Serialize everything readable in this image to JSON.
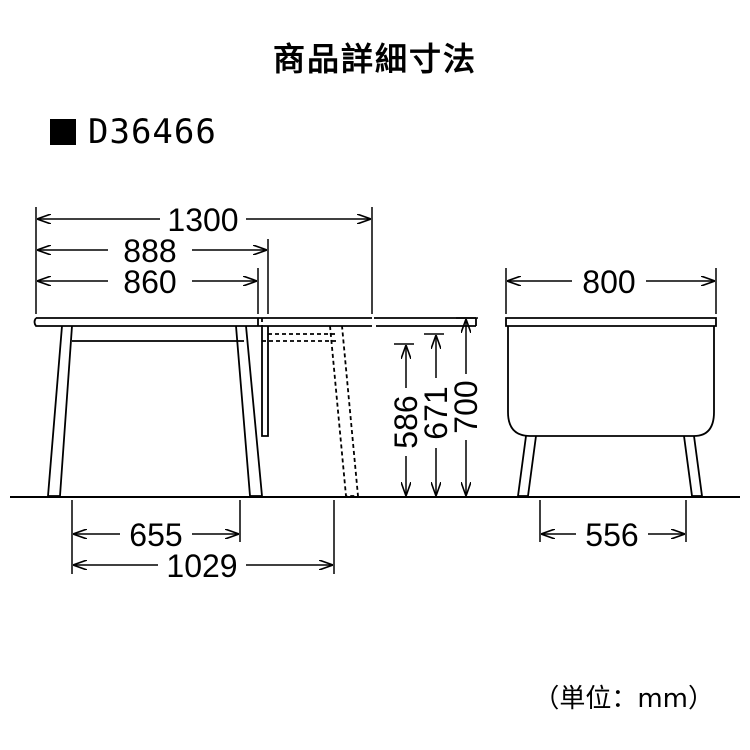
{
  "title": "商品詳細寸法",
  "model": "D36466",
  "unit_note": "（単位：mm）",
  "dimensions": {
    "overall_width": "1300",
    "leaf_width": "888",
    "top_width": "860",
    "depth": "800",
    "height_seat": "586",
    "height_underframe": "671",
    "height_total": "700",
    "leg_span_inner": "655",
    "leg_span_outer": "1029",
    "leg_span_side": "556"
  }
}
